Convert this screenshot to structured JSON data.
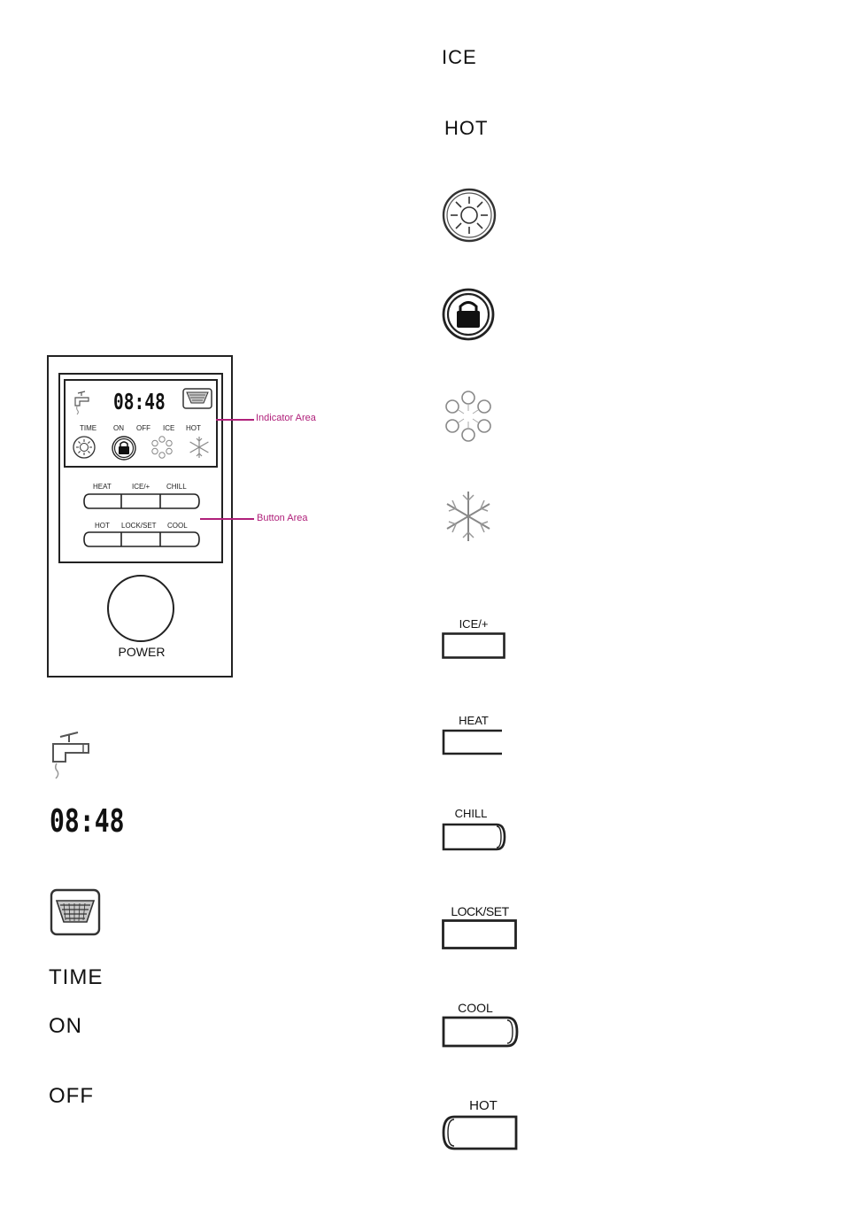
{
  "panel": {
    "clock": "08:48",
    "indicator_labels": [
      "TIME",
      "ON",
      "OFF",
      "ICE",
      "HOT"
    ],
    "button_row1": [
      "HEAT",
      "ICE/+",
      "CHILL"
    ],
    "button_row2": [
      "HOT",
      "LOCK/SET",
      "COOL"
    ],
    "power_label": "POWER",
    "callouts": {
      "indicator": "Indicator Area",
      "button": "Button Area"
    },
    "callout_color": "#b0207a"
  },
  "legend_left": {
    "icons": [
      "faucet-icon",
      "clock-display",
      "filter-icon"
    ],
    "clock": "08:48",
    "labels": [
      "TIME",
      "ON",
      "OFF"
    ]
  },
  "legend_right": {
    "labels": [
      "ICE",
      "HOT"
    ],
    "icons": [
      "sun-icon",
      "lock-icon",
      "cooling-icon",
      "snowflake-icon"
    ],
    "buttons": [
      "ICE/+",
      "HEAT",
      "CHILL",
      "LOCK/SET",
      "COOL",
      "HOT"
    ]
  }
}
